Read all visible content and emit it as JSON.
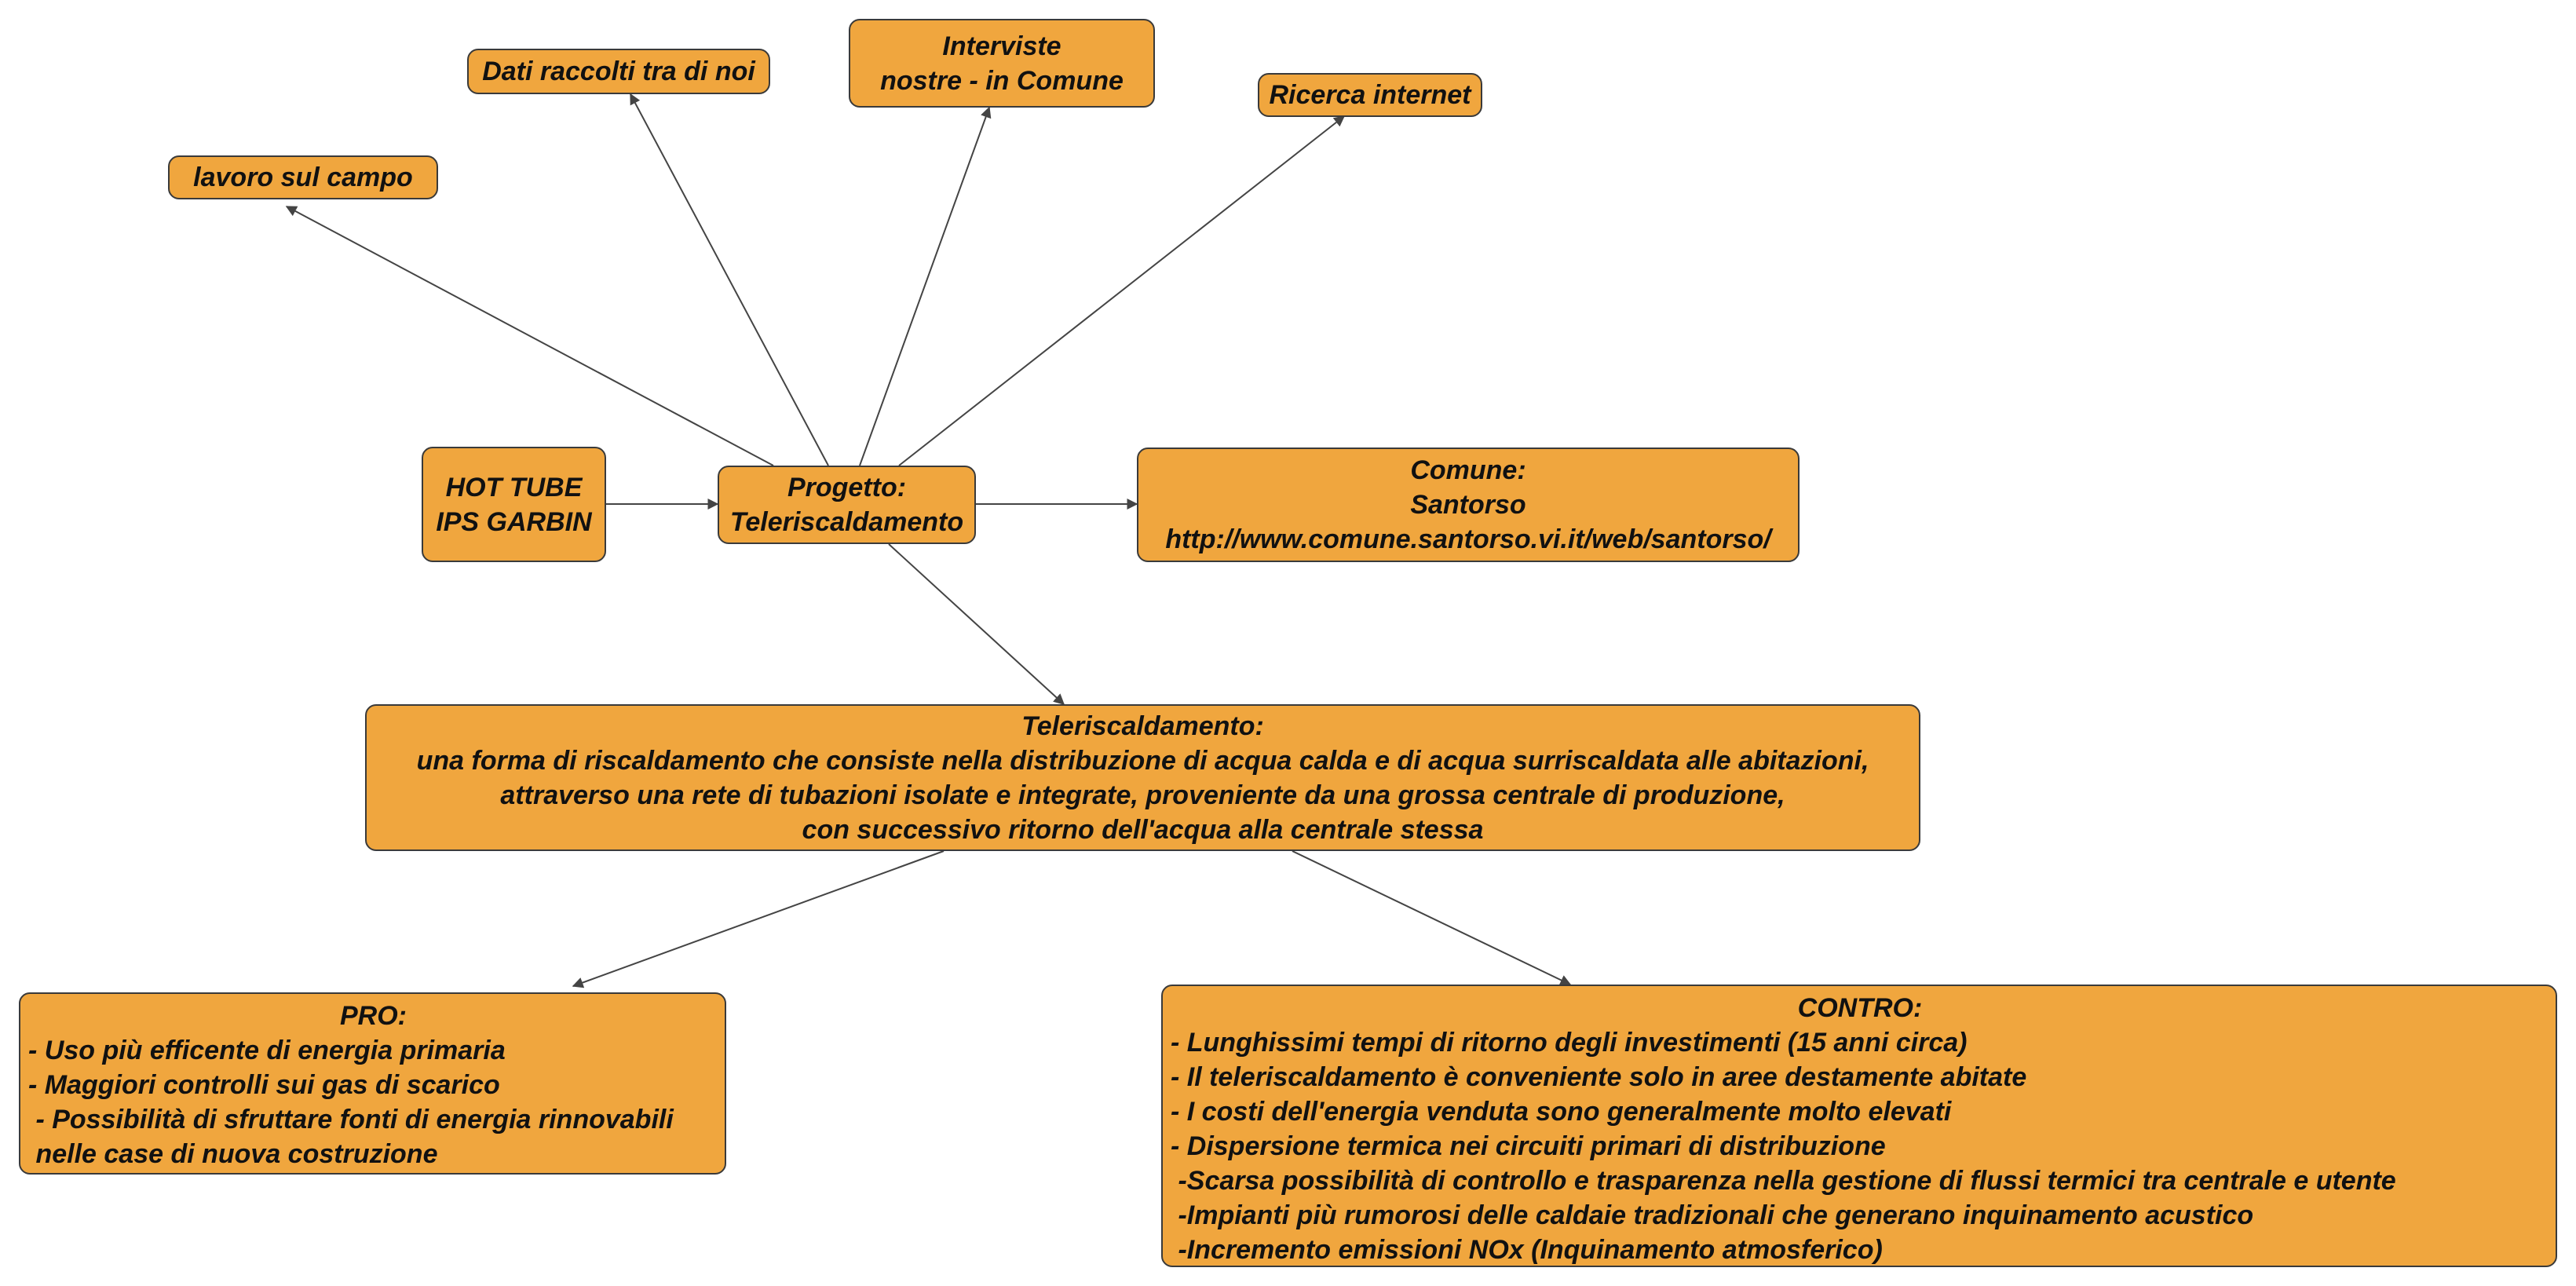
{
  "nodes": {
    "lavoro": {
      "lines": [
        "lavoro sul campo"
      ]
    },
    "dati": {
      "lines": [
        "Dati raccolti tra di noi"
      ]
    },
    "interviste": {
      "lines": [
        "Interviste",
        "nostre - in Comune"
      ]
    },
    "ricerca": {
      "lines": [
        "Ricerca internet"
      ]
    },
    "hottube": {
      "lines": [
        "HOT TUBE",
        "IPS GARBIN"
      ]
    },
    "progetto": {
      "lines": [
        "Progetto:",
        "Teleriscaldamento"
      ]
    },
    "comune": {
      "lines": [
        "Comune:",
        "Santorso",
        "http://www.comune.santorso.vi.it/web/santorso/"
      ]
    },
    "definizione": {
      "lines": [
        "Teleriscaldamento:",
        "una forma di riscaldamento che consiste nella distribuzione di acqua calda e di acqua surriscaldata alle abitazioni,",
        "attraverso una rete di tubazioni isolate e integrate, proveniente da una grossa centrale di produzione,",
        "con successivo ritorno dell'acqua alla centrale stessa"
      ]
    },
    "pro": {
      "title": "PRO:",
      "items": [
        "- Uso più efficente di energia primaria",
        "- Maggiori controlli sui gas di scarico",
        " - Possibilità di sfruttare fonti di energia rinnovabili",
        " nelle case di nuova costruzione"
      ]
    },
    "contro": {
      "title": "CONTRO:",
      "items": [
        "- Lunghissimi tempi di ritorno degli investimenti (15 anni circa)",
        "- Il teleriscaldamento è conveniente solo in aree destamente abitate",
        "- I costi dell'energia venduta sono generalmente molto elevati",
        "- Dispersione termica nei circuiti primari di distribuzione",
        " -Scarsa possibilità di controllo e trasparenza nella gestione di flussi termici tra centrale e utente",
        " -Impianti più rumorosi delle caldaie tradizionali che generano inquinamento acustico",
        " -Incremento emissioni NOx (Inquinamento atmosferico)"
      ]
    }
  },
  "edges": [
    {
      "from": "progetto",
      "to": "lavoro"
    },
    {
      "from": "progetto",
      "to": "dati"
    },
    {
      "from": "progetto",
      "to": "interviste"
    },
    {
      "from": "progetto",
      "to": "ricerca"
    },
    {
      "from": "hottube",
      "to": "progetto"
    },
    {
      "from": "progetto",
      "to": "comune"
    },
    {
      "from": "progetto",
      "to": "definizione"
    },
    {
      "from": "definizione",
      "to": "pro"
    },
    {
      "from": "definizione",
      "to": "contro"
    }
  ],
  "style": {
    "node_fill": "#f0a63e",
    "node_border": "#3a3a3a",
    "edge_color": "#444444"
  }
}
